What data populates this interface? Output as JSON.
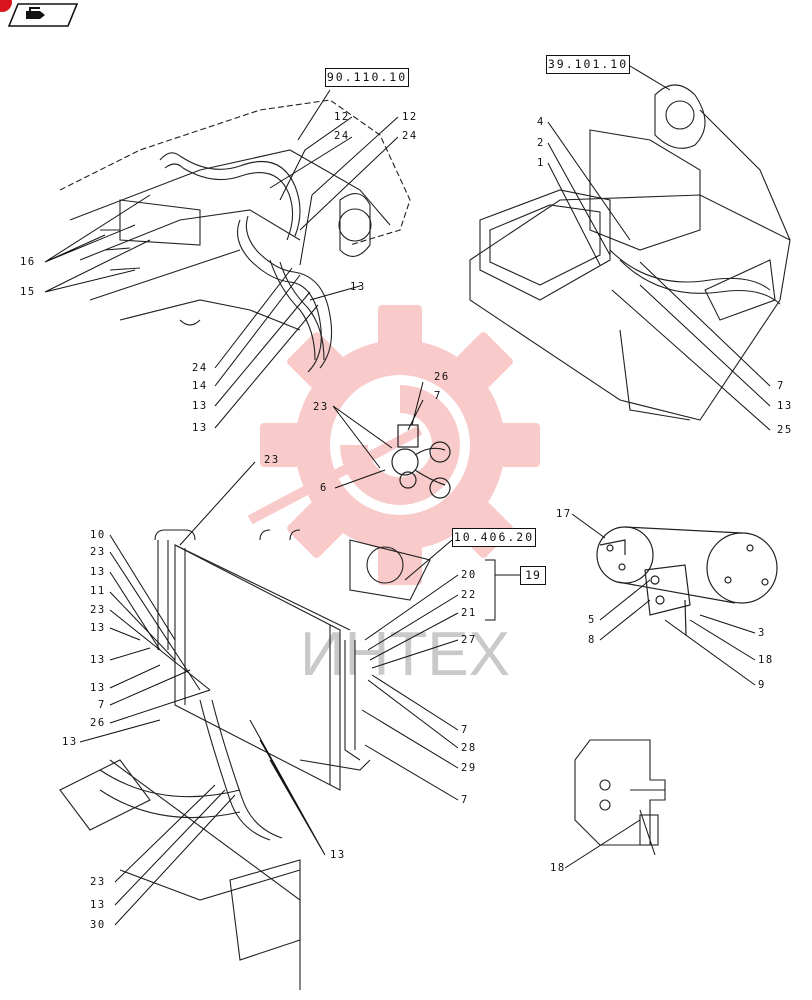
{
  "header": {
    "nav_icon": "folder-arrow-icon",
    "accent_color": "#d8141c"
  },
  "watermark": {
    "text": "ИНТЕХ",
    "logo": "gear-logo",
    "color": "#f26b6b"
  },
  "reference_boxes": [
    {
      "id": "ref-90-110-10",
      "label": "90.110.10"
    },
    {
      "id": "ref-39-101-10",
      "label": "39.101.10"
    },
    {
      "id": "ref-10-406-20",
      "label": "10.406.20"
    }
  ],
  "group_label": "19",
  "callouts": {
    "tl_12a": "12",
    "tl_24a": "24",
    "tl_12b": "12",
    "tl_24b": "24",
    "tl_16": "16",
    "tl_15": "15",
    "tl_13a": "13",
    "tl_24c": "24",
    "tl_14": "14",
    "tl_13b": "13",
    "tl_13c": "13",
    "tr_4": "4",
    "tr_2": "2",
    "tr_1": "1",
    "tr_7": "7",
    "tr_13": "13",
    "tr_25": "25",
    "mid_26": "26",
    "mid_7": "7",
    "mid_23": "23",
    "mid_6": "6",
    "cond_23": "23",
    "left_10": "10",
    "left_23a": "23",
    "left_13a": "13",
    "left_11": "11",
    "left_23b": "23",
    "left_13b": "13",
    "left_13c": "13",
    "left_13d": "13",
    "left_7": "7",
    "left_26": "26",
    "left_13e": "13",
    "bot_23": "23",
    "bot_13a": "13",
    "bot_30": "30",
    "bot_13b": "13",
    "rc_20": "20",
    "rc_22": "22",
    "rc_21": "21",
    "rc_27": "27",
    "rc_7a": "7",
    "rc_28": "28",
    "rc_29": "29",
    "rc_7b": "7",
    "br_17": "17",
    "br_5": "5",
    "br_8": "8",
    "br_3": "3",
    "br_18a": "18",
    "br_9": "9",
    "br_18b": "18"
  }
}
